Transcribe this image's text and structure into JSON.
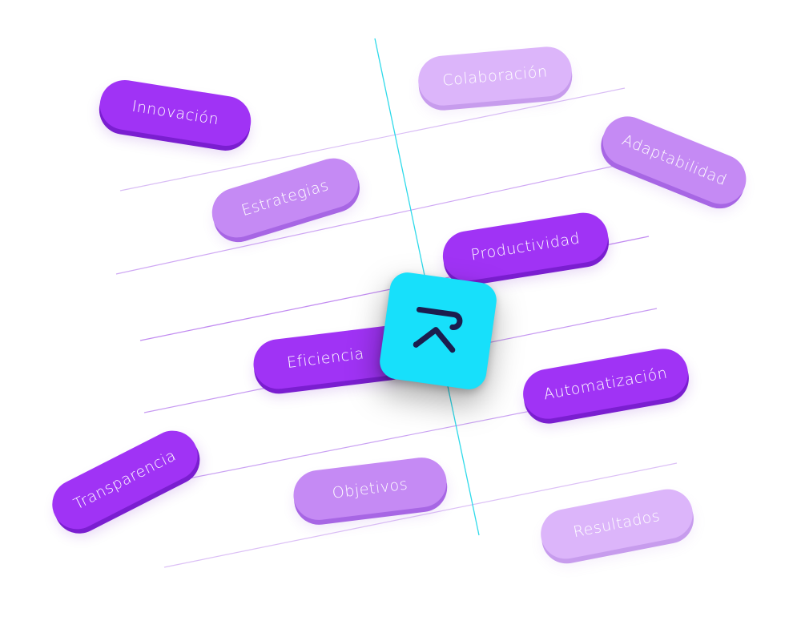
{
  "tags": {
    "innovacion": "Innovación",
    "colaboracion": "Colaboración",
    "estrategias": "Estrategias",
    "adaptabilidad": "Adaptabilidad",
    "productividad": "Productividad",
    "eficiencia": "Eficiencia",
    "automatizacion": "Automatización",
    "transparencia": "Transparencia",
    "objetivos": "Objetivos",
    "resultados": "Resultados"
  },
  "colors": {
    "strong": "#a033f5",
    "medium": "#c58af4",
    "light": "#dcb5fa",
    "logo_tile": "#17e0fb",
    "logo_mark": "#1b1d4e",
    "axis_line": "#19d6e8",
    "guide_line": "#c9a3f2"
  },
  "logo": {
    "icon": "upload-arrow-icon"
  }
}
